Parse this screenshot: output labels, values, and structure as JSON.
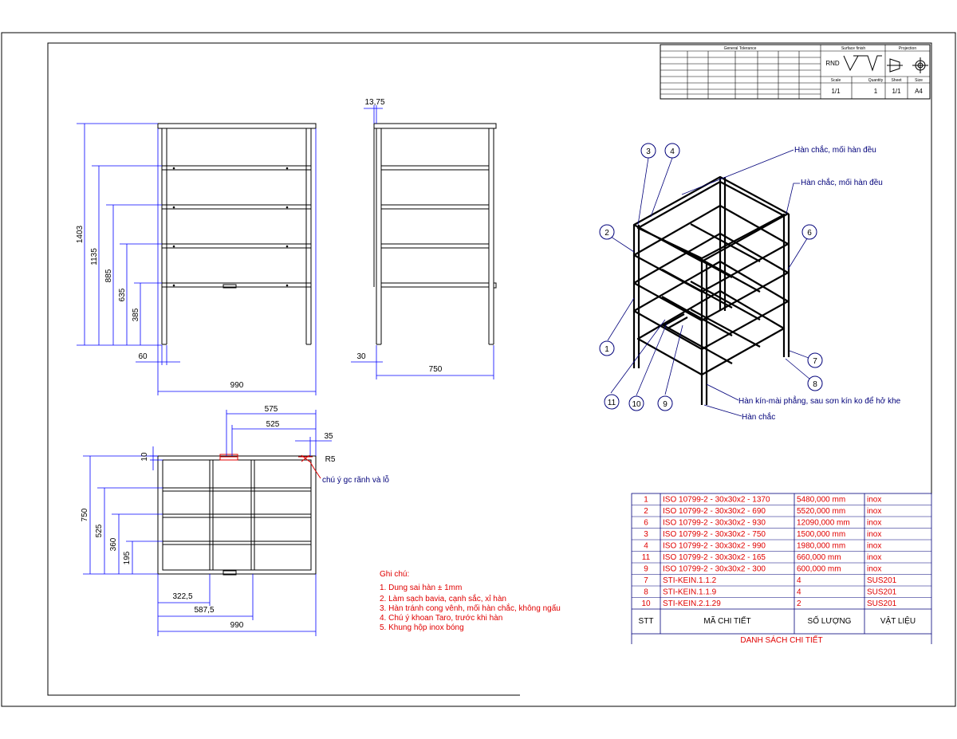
{
  "front_view": {
    "dims_vertical": [
      "1403",
      "1135",
      "885",
      "635",
      "385"
    ],
    "dim_leg": "60",
    "dim_width": "990"
  },
  "side_view": {
    "dim_top": "13,75",
    "dim_leg": "30",
    "dim_depth": "750"
  },
  "top_view": {
    "dims_top": [
      "575",
      "525",
      "35"
    ],
    "dim_radius": "R5",
    "dim_thick": "10",
    "dims_vertical": [
      "750",
      "525",
      "360",
      "195"
    ],
    "dims_bottom": [
      "322,5",
      "587,5",
      "990"
    ],
    "note_slot": "chú ý gc rãnh và lỗ"
  },
  "notes": {
    "title": "Ghi chú:",
    "items": [
      "1.   Dung sai hàn ± 1mm",
      "2.   Làm sạch bavia, cạnh sắc, xỉ hàn",
      "3.   Hàn tránh cong vênh, mối hàn chắc, không ngấu",
      "4.   Chú ý khoan Taro, trước khi hàn",
      "5.   Khung hộp inox bóng"
    ]
  },
  "iso_view": {
    "callouts": [
      "Hàn chắc, mối hàn đều",
      "Hàn chắc, mối hàn đều",
      "Hàn kín-mài phẳng, sau sơn kín ko để hở khe",
      "Hàn chắc"
    ],
    "balloons": [
      "3",
      "4",
      "2",
      "6",
      "1",
      "7",
      "8",
      "11",
      "10",
      "9"
    ]
  },
  "title_block": {
    "scale_label": "Scale",
    "scale_value": "1/1",
    "qty_label": "Quantity",
    "qty_value": "1",
    "sheet_label": "Sheet",
    "sheet_value": "1/1",
    "size_label": "Size",
    "size_value": "A4",
    "projection_label": "Projection",
    "finish_label": "Surface finish",
    "tolerance_label": "General Tolerance",
    "finish_symbol": "RND"
  },
  "bom": {
    "header": [
      "STT",
      "MÃ CHI TIẾT",
      "SỐ LƯỢNG",
      "VẬT LIỆU"
    ],
    "caption": "DANH SÁCH CHI TIẾT",
    "rows": [
      [
        "1",
        "ISO 10799-2 - 30x30x2 - 1370",
        "5480,000 mm",
        "inox"
      ],
      [
        "2",
        "ISO 10799-2 - 30x30x2 - 690",
        "5520,000 mm",
        "inox"
      ],
      [
        "6",
        "ISO 10799-2 - 30x30x2 - 930",
        "12090,000 mm",
        "inox"
      ],
      [
        "3",
        "ISO 10799-2 - 30x30x2 - 750",
        "1500,000 mm",
        "inox"
      ],
      [
        "4",
        "ISO 10799-2 - 30x30x2 - 990",
        "1980,000 mm",
        "inox"
      ],
      [
        "11",
        "ISO 10799-2 - 30x30x2 - 165",
        "660,000 mm",
        "inox"
      ],
      [
        "9",
        "ISO 10799-2 - 30x30x2 - 300",
        "600,000 mm",
        "inox"
      ],
      [
        "7",
        "STI-KEIN.1.1.2",
        "4",
        "SUS201"
      ],
      [
        "8",
        "STI-KEIN.1.1.9",
        "4",
        "SUS201"
      ],
      [
        "10",
        "STI-KEIN.2.1.29",
        "2",
        "SUS201"
      ]
    ]
  },
  "colors": {
    "dimension": "#0000ff",
    "annotation": "#e00000",
    "geometry": "#000000"
  }
}
